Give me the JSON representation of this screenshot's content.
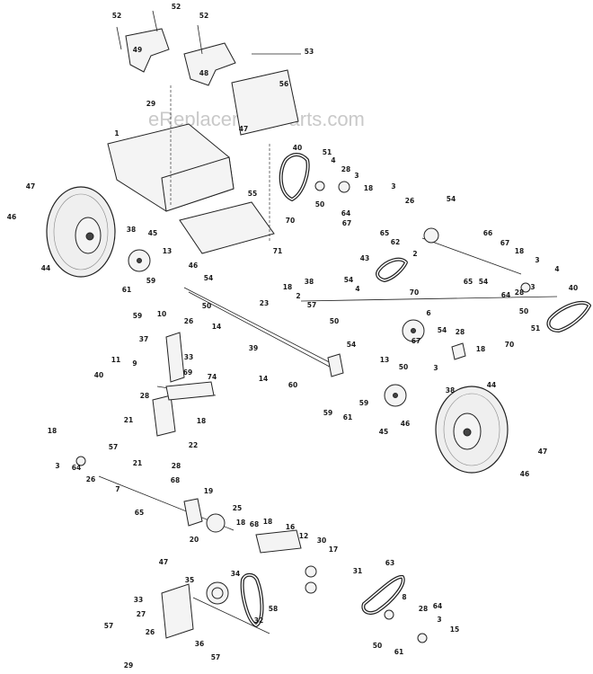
{
  "watermark": "eReplacementParts.com",
  "callouts": [
    "52",
    "52",
    "52",
    "49",
    "48",
    "53",
    "56",
    "29",
    "47",
    "1",
    "40",
    "51",
    "4",
    "28",
    "3",
    "18",
    "3",
    "26",
    "54",
    "50",
    "64",
    "67",
    "70",
    "65",
    "62",
    "2",
    "66",
    "67",
    "18",
    "4",
    "3",
    "55",
    "71",
    "47",
    "46",
    "44",
    "38",
    "45",
    "13",
    "46",
    "54",
    "59",
    "61",
    "59",
    "50",
    "18",
    "2",
    "38",
    "54",
    "4",
    "57",
    "50",
    "23",
    "43",
    "70",
    "65",
    "54",
    "28",
    "3",
    "64",
    "50",
    "40",
    "51",
    "70",
    "14",
    "10",
    "26",
    "37",
    "11",
    "40",
    "9",
    "33",
    "69",
    "39",
    "14",
    "60",
    "54",
    "13",
    "6",
    "54",
    "28",
    "67",
    "3",
    "18",
    "50",
    "74",
    "28",
    "21",
    "18",
    "22",
    "21",
    "28",
    "59",
    "61",
    "59",
    "38",
    "44",
    "46",
    "45",
    "47",
    "46",
    "18",
    "57",
    "3",
    "64",
    "26",
    "7",
    "65",
    "68",
    "19",
    "20",
    "25",
    "18",
    "68",
    "18",
    "16",
    "12",
    "30",
    "17",
    "31",
    "63",
    "47",
    "34",
    "35",
    "33",
    "58",
    "32",
    "57",
    "27",
    "26",
    "36",
    "57",
    "29",
    "8",
    "28",
    "64",
    "3",
    "15",
    "61",
    "50"
  ]
}
